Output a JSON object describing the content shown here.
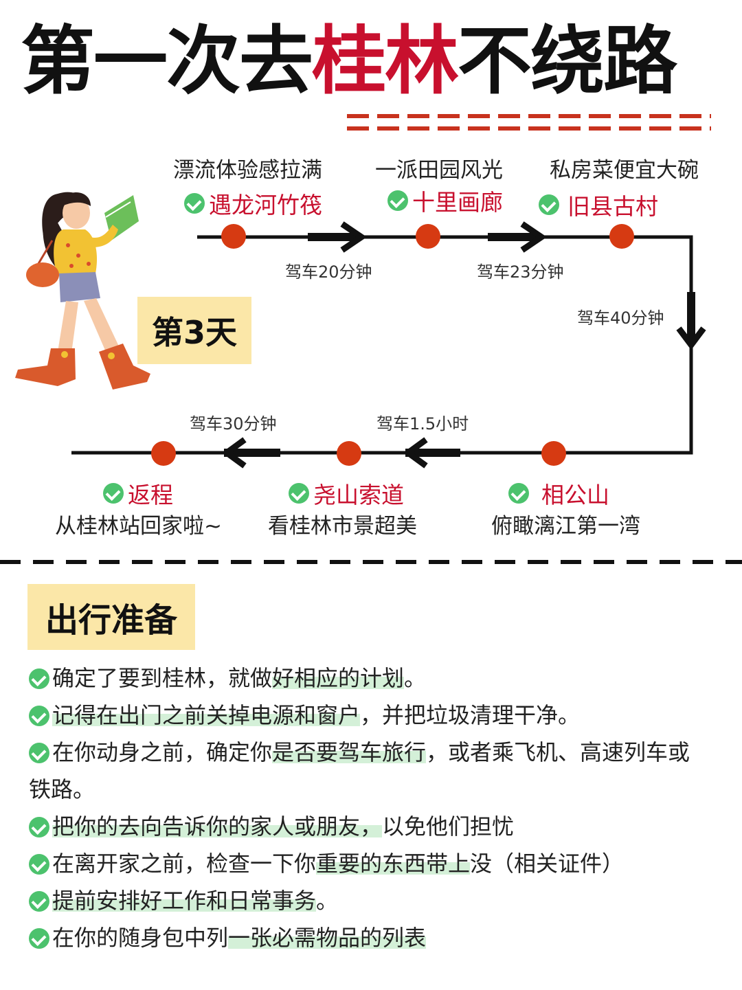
{
  "title": {
    "part1": "第一次去",
    "highlight": "桂林",
    "part2": "不绕路"
  },
  "day_label": "第3天",
  "route": {
    "top": [
      {
        "desc": "漂流体验感拉满",
        "place": "遇龙河竹筏"
      },
      {
        "desc": "一派田园风光",
        "place": "十里画廊"
      },
      {
        "desc": "私房菜便宜大碗",
        "place": "旧县古村"
      }
    ],
    "bottom": [
      {
        "place": "返程",
        "desc": "从桂林站回家啦~"
      },
      {
        "place": "尧山索道",
        "desc": "看桂林市景超美"
      },
      {
        "place": "相公山",
        "desc": "俯瞰漓江第一湾"
      }
    ],
    "drives": [
      "驾车20分钟",
      "驾车23分钟",
      "驾车40分钟",
      "驾车1.5小时",
      "驾车30分钟"
    ]
  },
  "prep": {
    "title": "出行准备",
    "items": [
      {
        "pre": "确定了要到桂林，就做",
        "mark": "好相应的计划",
        "post": "。"
      },
      {
        "pre": "",
        "mark": "记得在出门之前关掉电源和窗户",
        "post": "，并把垃圾清理干净。"
      },
      {
        "pre": "在你动身之前，确定你",
        "mark": "是否要驾车旅行",
        "post": "，或者乘飞机、高速列车或铁路。"
      },
      {
        "pre": "",
        "mark": "把你的去向告诉你的家人或朋友，",
        "post": "以免他们担忧"
      },
      {
        "pre": "在离开家之前，检查一下你",
        "mark": "重要的东西带上",
        "post": "没（相关证件）"
      },
      {
        "pre": "",
        "mark": "提前安排好工作和日常事务",
        "post": "。"
      },
      {
        "pre": "在你的随身包中列",
        "mark": "一张必需物品的列表",
        "post": ""
      }
    ]
  },
  "colors": {
    "accent_red": "#c8102e",
    "dot_red": "#d63a12",
    "check_green": "#4cc26d",
    "badge_yellow": "#fbe7a8",
    "highlight_green": "#d4f0d8"
  }
}
